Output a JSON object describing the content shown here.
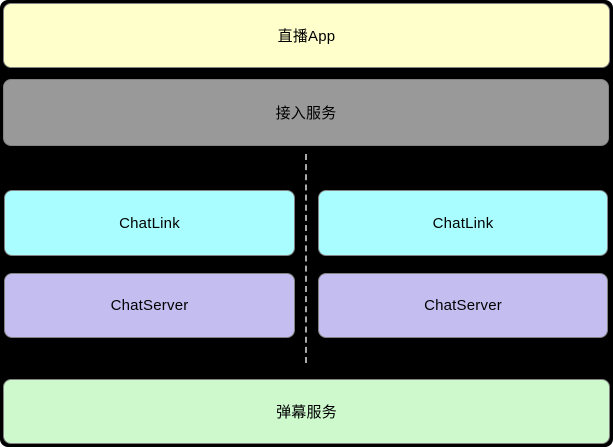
{
  "diagram": {
    "title": "live-chat-architecture",
    "canvas_bg": "#000000",
    "divider": {
      "style": "dashed",
      "color": "#A9A9A9",
      "orientation": "vertical"
    },
    "nodes": {
      "app": {
        "label": "直播App",
        "bg": "#FFFFCC"
      },
      "access": {
        "label": "接入服务",
        "bg": "#999999"
      },
      "chatlink_left": {
        "label": "ChatLink",
        "bg": "#A9FDFF"
      },
      "chatlink_right": {
        "label": "ChatLink",
        "bg": "#A9FDFF"
      },
      "chatserver_left": {
        "label": "ChatServer",
        "bg": "#C3BDF0"
      },
      "chatserver_right": {
        "label": "ChatServer",
        "bg": "#C3BDF0"
      },
      "danmaku": {
        "label": "弹幕服务",
        "bg": "#CDF9CD"
      }
    }
  }
}
